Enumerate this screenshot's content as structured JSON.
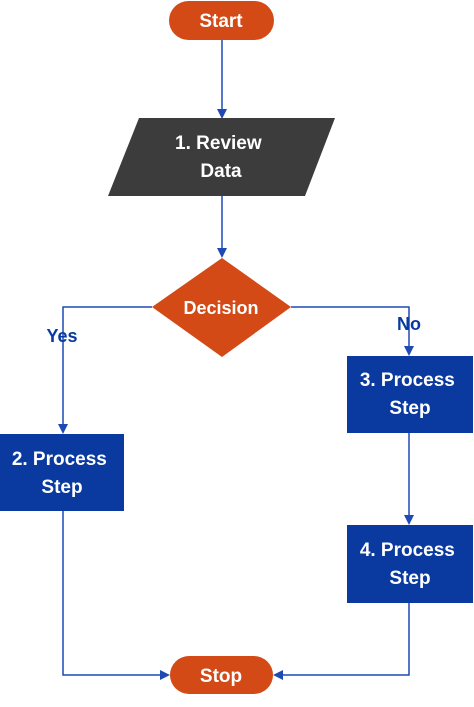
{
  "diagram": {
    "colors": {
      "terminal": "#d34a17",
      "io": "#3c3c3c",
      "decision": "#d34a17",
      "process": "#0a3aa0",
      "connector": "#1f4ab5",
      "branch_label": "#0a3aa0",
      "node_text": "#ffffff"
    },
    "start": {
      "label": "Start"
    },
    "review": {
      "line1": "1. Review",
      "line2": "Data"
    },
    "decision": {
      "label": "Decision"
    },
    "branches": {
      "yes": "Yes",
      "no": "No"
    },
    "step2": {
      "line1": "2. Process",
      "line2": "Step"
    },
    "step3": {
      "line1": "3. Process",
      "line2": "Step"
    },
    "step4": {
      "line1": "4. Process",
      "line2": "Step"
    },
    "stop": {
      "label": "Stop"
    }
  }
}
